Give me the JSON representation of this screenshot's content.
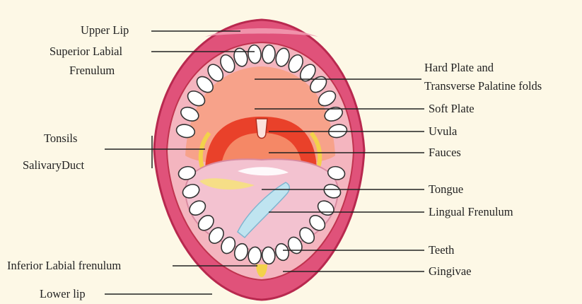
{
  "labels": {
    "upper_lip": "Upper Lip",
    "superior_labial_1": "Superior Labial",
    "superior_labial_2": "Frenulum",
    "tonsils": "Tonsils",
    "salivary_duct": "SalivaryDuct",
    "inferior_labial": "Inferior Labial frenulum",
    "lower_lip": "Lower lip",
    "hard_plate_1": "Hard Plate and",
    "hard_plate_2": "Transverse Palatine folds",
    "soft_plate": "Soft Plate",
    "uvula": "Uvula",
    "fauces": "Fauces",
    "tongue": "Tongue",
    "lingual_frenulum": "Lingual Frenulum",
    "teeth": "Teeth",
    "gingivae": "Gingivae"
  },
  "colors": {
    "background": "#fdf8e6",
    "lip": "#e0527a",
    "lip_dark": "#b8294f",
    "gum": "#f4b5bf",
    "palate": "#f7a28a",
    "throat": "#e9412a",
    "tongue": "#f3c2d0",
    "tooth": "#ffffff",
    "line": "#222222"
  }
}
